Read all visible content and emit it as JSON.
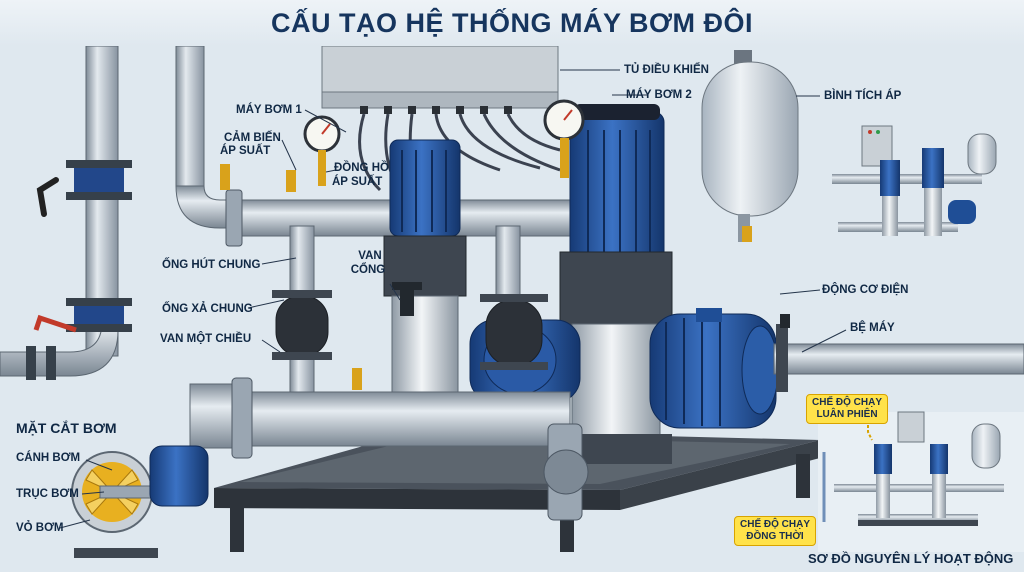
{
  "title": "CẤU TẠO HỆ THỐNG MÁY BƠM ĐÔI",
  "labels": {
    "control_cabinet": "TỦ ĐIỀU KHIỂN",
    "pump_1": "MÁY BƠM 1",
    "pressure_sensor_line1": "CẢM BIẾN",
    "pressure_sensor_line2": "ÁP SUẤT",
    "pressure_gauge_line1": "ĐỒNG HỒ",
    "pressure_gauge_line2": "ÁP SUẤT",
    "pump_2": "MÁY BƠM 2",
    "pressure_tank": "BÌNH TÍCH ÁP",
    "common_suction": "ỐNG HÚT CHUNG",
    "gate_valve_line1": "VAN",
    "gate_valve_line2": "CỔNG",
    "common_discharge": "ỐNG XẢ CHUNG",
    "check_valve": "VAN MỘT CHIỀU",
    "electric_motor": "ĐỘNG CƠ ĐIỆN",
    "base_frame": "BỆ MÁY"
  },
  "pump_section": {
    "title": "MẶT CẮT BƠM",
    "impeller": "CÁNH BƠM",
    "shaft": "TRỤC BƠM",
    "casing": "VỎ BƠM"
  },
  "operation": {
    "alternate_line1": "CHẾ ĐỘ CHẠY",
    "alternate_line2": "LUÂN PHIÊN",
    "simultaneous_line1": "CHẾ ĐỘ CHẠY",
    "simultaneous_line2": "ĐỒNG THỜI",
    "diagram_title": "SƠ ĐỒ NGUYÊN LÝ HOẠT ĐỘNG"
  },
  "colors": {
    "pipe": "#a9b4bf",
    "pump_blue": "#1f4e96",
    "steel_dark": "#3e4650",
    "brass": "#d9a21b",
    "valve_red": "#c23a2a",
    "callout_yellow": "#ffe24a",
    "title_navy": "#16355e"
  }
}
